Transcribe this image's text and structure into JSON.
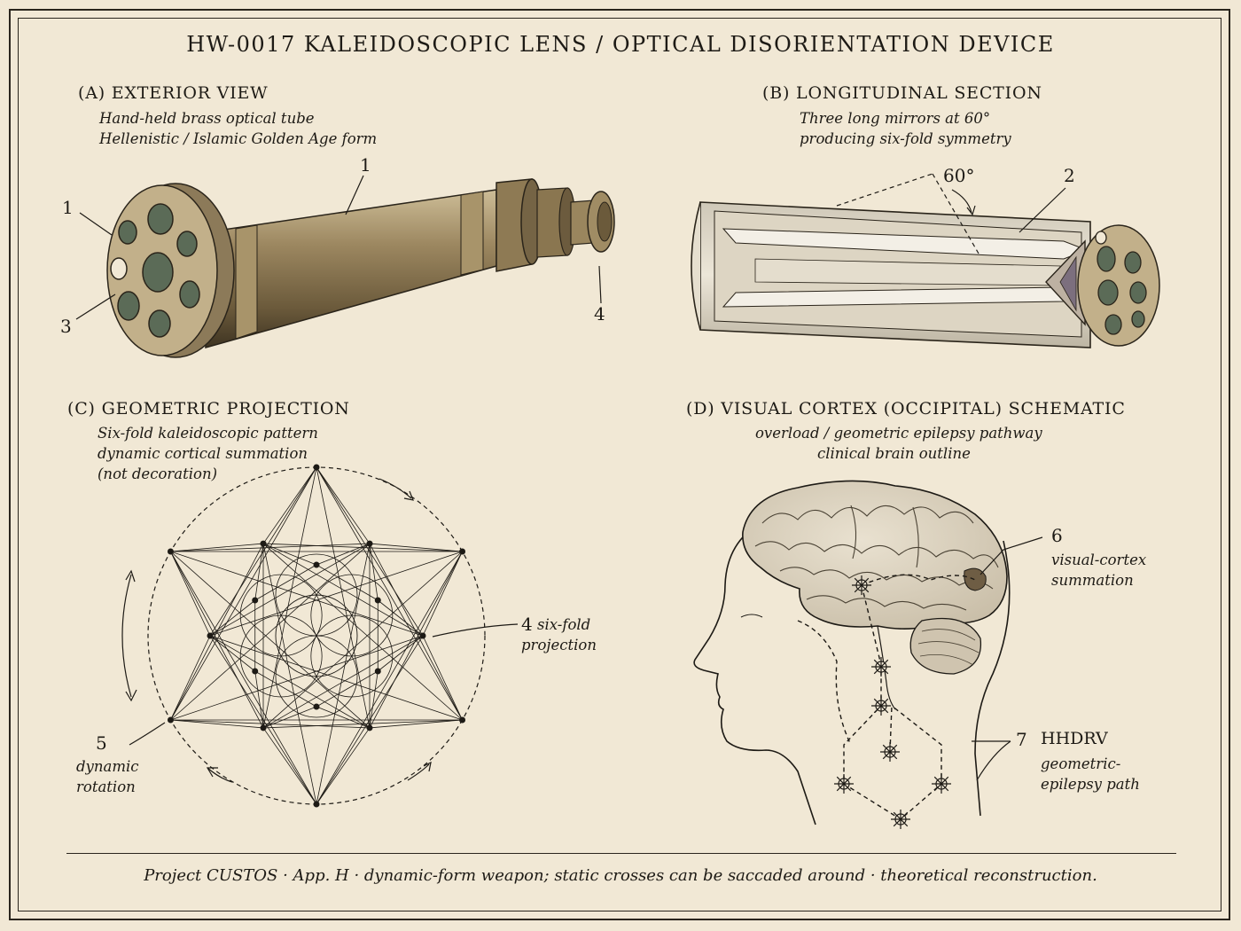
{
  "title": "HW-0017  KALEIDOSCOPIC LENS  /  OPTICAL DISORIENTATION DEVICE",
  "panels": {
    "a": {
      "heading": "(A) EXTERIOR VIEW",
      "sub1": "Hand-held brass optical tube",
      "sub2": "Hellenistic / Islamic Golden Age form",
      "labels": {
        "n1_top": "1",
        "n1_left": "1",
        "n3": "3",
        "n4": "4"
      }
    },
    "b": {
      "heading": "(B) LONGITUDINAL SECTION",
      "sub1": "Three long mirrors at 60°",
      "sub2": "producing six-fold symmetry",
      "labels": {
        "angle": "60°",
        "n2": "2"
      }
    },
    "c": {
      "heading": "(C) GEOMETRIC PROJECTION",
      "sub1": "Six-fold kaleidoscopic pattern",
      "sub2": "dynamic cortical summation",
      "sub3": "(not decoration)",
      "labels": {
        "n4": "4",
        "n4_text1": "six-fold",
        "n4_text2": "projection",
        "n5": "5",
        "n5_text1": "dynamic",
        "n5_text2": "rotation"
      }
    },
    "d": {
      "heading": "(D) VISUAL CORTEX (OCCIPITAL) SCHEMATIC",
      "sub1": "overload / geometric epilepsy pathway",
      "sub2": "clinical brain outline",
      "labels": {
        "n6": "6",
        "n6_text1": "visual-cortex",
        "n6_text2": "summation",
        "n7": "7",
        "n7_code": "HHDRV",
        "n7_text1": "geometric-",
        "n7_text2": "epilepsy path"
      }
    }
  },
  "footer": "Project CUSTOS · App. H · dynamic-form weapon; static crosses can be saccaded around · theoretical reconstruction.",
  "colors": {
    "paper": "#f1e8d5",
    "ink": "#1d1a15",
    "brass": "#8a7650",
    "brass_light": "#c2b08a",
    "brain": "#d8cfbd"
  }
}
